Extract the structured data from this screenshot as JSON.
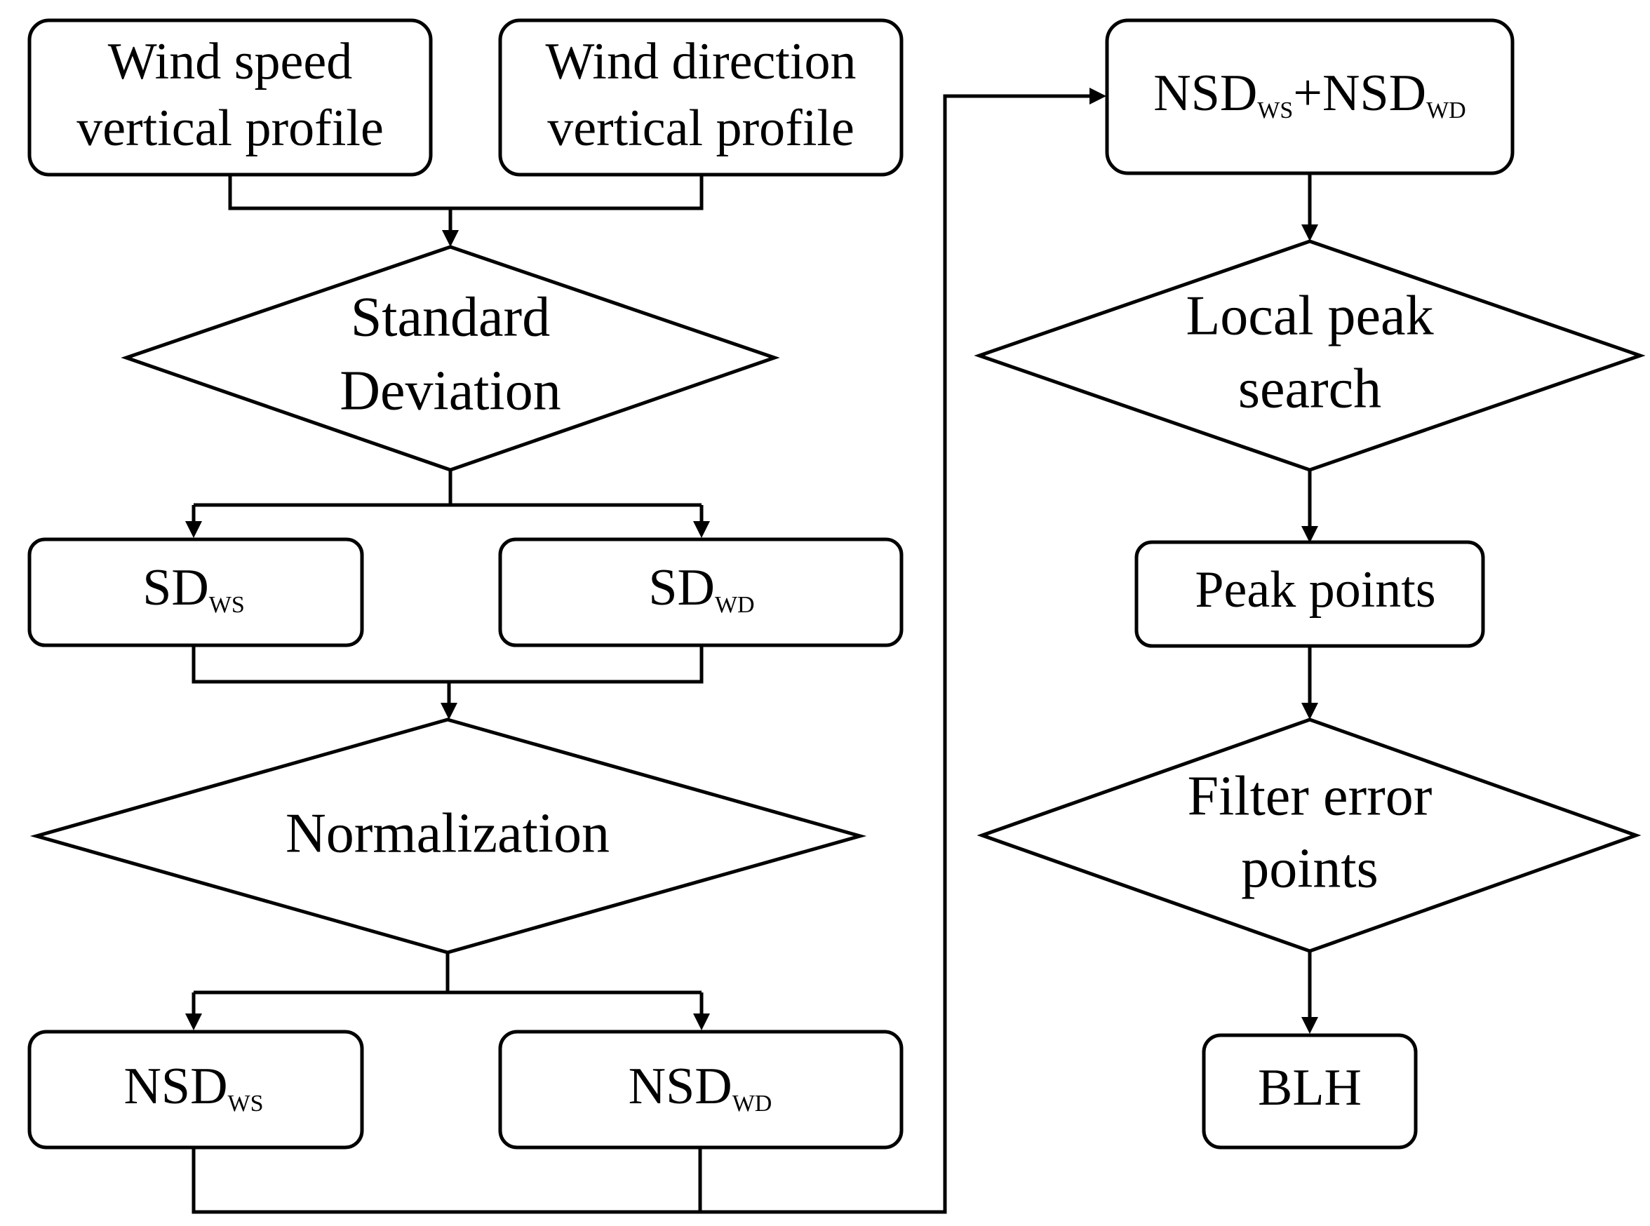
{
  "nodes": {
    "wind_speed": {
      "line1": "Wind speed",
      "line2": "vertical profile"
    },
    "wind_dir": {
      "line1": "Wind direction",
      "line2": "vertical profile"
    },
    "std_dev": {
      "line1": "Standard",
      "line2": "Deviation"
    },
    "sd_ws": {
      "base": "SD",
      "sub": "WS"
    },
    "sd_wd": {
      "base": "SD",
      "sub": "WD"
    },
    "normalization": {
      "label": "Normalization"
    },
    "nsd_ws": {
      "base": "NSD",
      "sub": "WS"
    },
    "nsd_wd": {
      "base": "NSD",
      "sub": "WD"
    },
    "nsd_sum": {
      "base1": "NSD",
      "sub1": "WS",
      "plus": "+",
      "base2": "NSD",
      "sub2": "WD"
    },
    "local_peak": {
      "line1": "Local peak",
      "line2": "search"
    },
    "peak_points": {
      "label": "Peak points"
    },
    "filter_error": {
      "line1": "Filter error",
      "line2": "points"
    },
    "blh": {
      "label": "BLH"
    }
  }
}
